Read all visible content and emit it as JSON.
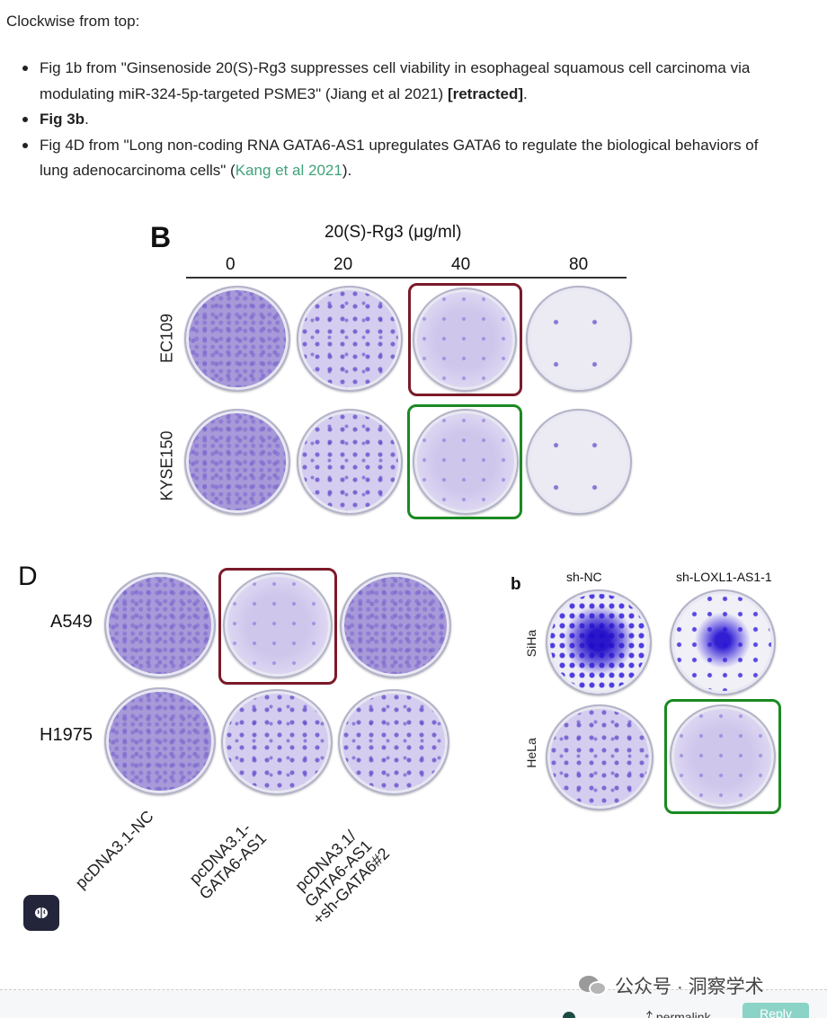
{
  "post": {
    "intro": "Clockwise from top:",
    "bullets": [
      {
        "pre": "Fig 1b from \"Ginsenoside 20(S)-Rg3 suppresses cell viability in esophageal squamous cell carcinoma via modulating miR-324-5p-targeted PSME3\" (Jiang et al 2021) ",
        "bold": "[retracted]",
        "post": "."
      },
      {
        "bold": "Fig 3b",
        "post": "."
      },
      {
        "pre": "Fig 4D from \"Long non-coding RNA GATA6-AS1 upregulates GATA6 to regulate the biological behaviors of lung adenocarcinoma cells\" (",
        "link": "Kang et al 2021",
        "post": ")."
      }
    ]
  },
  "figure_b": {
    "panel_letter": "B",
    "title": "20(S)-Rg3 (μg/ml)",
    "doses": [
      "0",
      "20",
      "40",
      "80"
    ],
    "rows": [
      "EC109",
      "KYSE150"
    ]
  },
  "figure_d": {
    "panel_letter": "D",
    "rows": [
      "A549",
      "H1975"
    ],
    "columns": [
      "pcDNA3.1-NC",
      "pcDNA3.1-\nGATA6-AS1",
      "pcDNA3.1/\nGATA6-AS1\n+sh-GATA6#2"
    ]
  },
  "figure_b_small": {
    "panel_letter": "b",
    "columns": [
      "sh-NC",
      "sh-LOXL1-AS1-1"
    ],
    "rows": [
      "SiHa",
      "HeLa"
    ]
  },
  "highlights": {
    "red": "#7b1a2a",
    "green": "#1a8a22"
  },
  "footer": {
    "watermark": "公众号 · 洞察学术",
    "permalink": "permalink",
    "reply": "Reply"
  },
  "icons": {
    "fab": "brain-icon",
    "watermark": "wechat-icon",
    "permalink": "link-icon"
  }
}
